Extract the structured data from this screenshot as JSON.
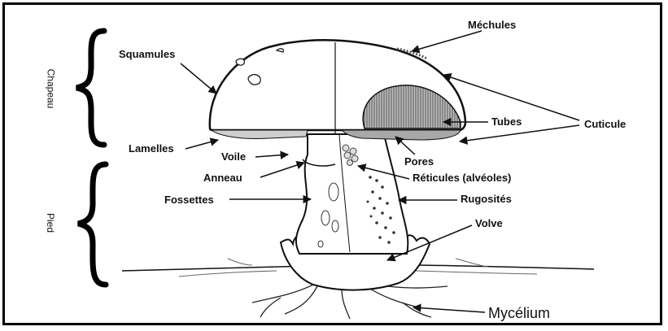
{
  "sections": {
    "cap": "Chapeau",
    "stem": "Pied"
  },
  "labels": {
    "squamules": "Squamules",
    "mechules": "Méchules",
    "tubes": "Tubes",
    "cuticule": "Cuticule",
    "lamelles": "Lamelles",
    "voile": "Voile",
    "pores": "Pores",
    "anneau": "Anneau",
    "reticules": "Réticules (alvéoles)",
    "fossettes": "Fossettes",
    "rugosites": "Rugosités",
    "volve": "Volve",
    "mycelium": "Mycélium"
  },
  "colors": {
    "line": "#111111",
    "tube_shade": "#8a8a8a"
  }
}
